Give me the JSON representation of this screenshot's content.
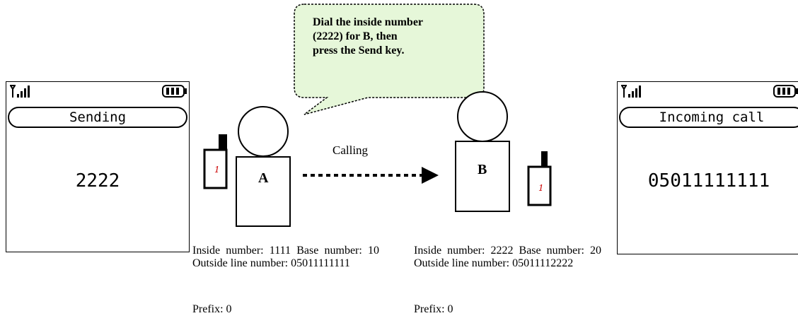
{
  "left_phone": {
    "status_label": "Sending",
    "number": "2222",
    "signal_icon": "signal-icon",
    "battery_icon": "battery-icon"
  },
  "right_phone": {
    "status_label": "Incoming call",
    "number": "05011111111",
    "signal_icon": "signal-icon",
    "battery_icon": "battery-icon"
  },
  "callout": {
    "lines": [
      "Dial the inside number",
      "(2222) for B, then",
      "press the Send key."
    ]
  },
  "person_a": {
    "letter": "A",
    "info": "Inside number:  1111    Base number:  10    Outside line number: 05011111111",
    "prefix": "Prefix:  0"
  },
  "person_b": {
    "letter": "B",
    "info": "Inside number:  2222    Base number:  20    Outside line number: 05011112222",
    "prefix": "Prefix:  0"
  },
  "arrow_label": "Calling",
  "colors": {
    "callout_fill": "#e6f7d9",
    "handset_mark": "#cc0000"
  }
}
